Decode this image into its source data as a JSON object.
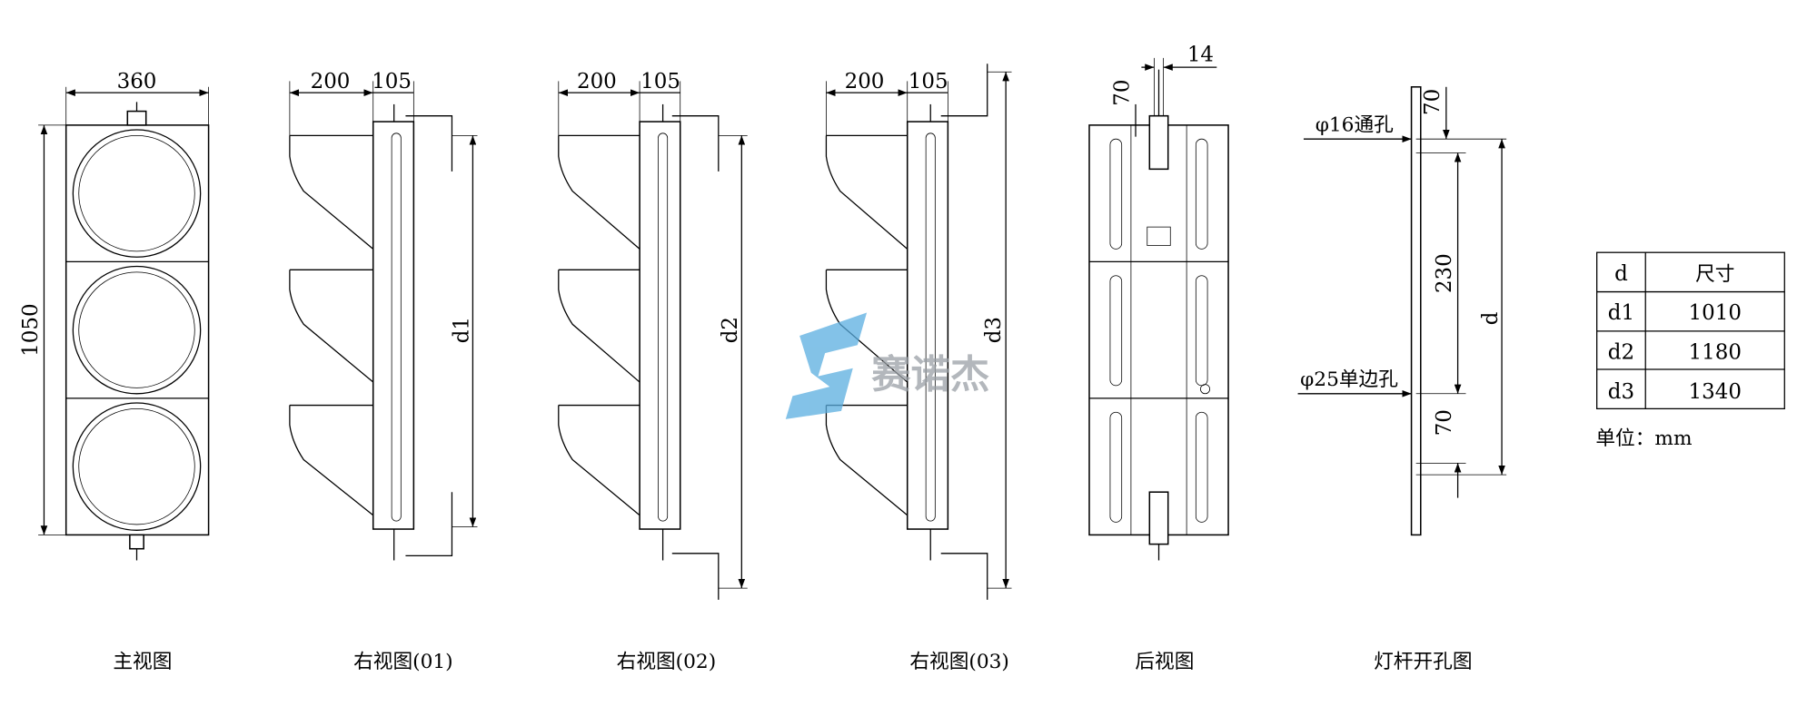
{
  "views": {
    "front": {
      "title": "主视图",
      "width": "360",
      "height": "1050"
    },
    "side1": {
      "title": "右视图(01)",
      "visor": "200",
      "depth": "105",
      "d": "d1"
    },
    "side2": {
      "title": "右视图(02)",
      "visor": "200",
      "depth": "105",
      "d": "d2"
    },
    "side3": {
      "title": "右视图(03)",
      "visor": "200",
      "depth": "105",
      "d": "d3"
    },
    "rear": {
      "title": "后视图",
      "bracket_width": "14",
      "bracket_offset": "70"
    },
    "pole": {
      "title": "灯杆开孔图",
      "hole1": "φ16通孔",
      "hole2": "φ25单边孔",
      "top_offset": "70",
      "spacing": "230",
      "bottom_offset": "70",
      "d": "d"
    }
  },
  "table": {
    "headers": [
      "d",
      "尺寸"
    ],
    "rows": [
      [
        "d1",
        "1010"
      ],
      [
        "d2",
        "1180"
      ],
      [
        "d3",
        "1340"
      ]
    ],
    "unit": "单位：mm"
  },
  "watermark": {
    "text": "赛诺杰",
    "color": "#5aaee0"
  }
}
